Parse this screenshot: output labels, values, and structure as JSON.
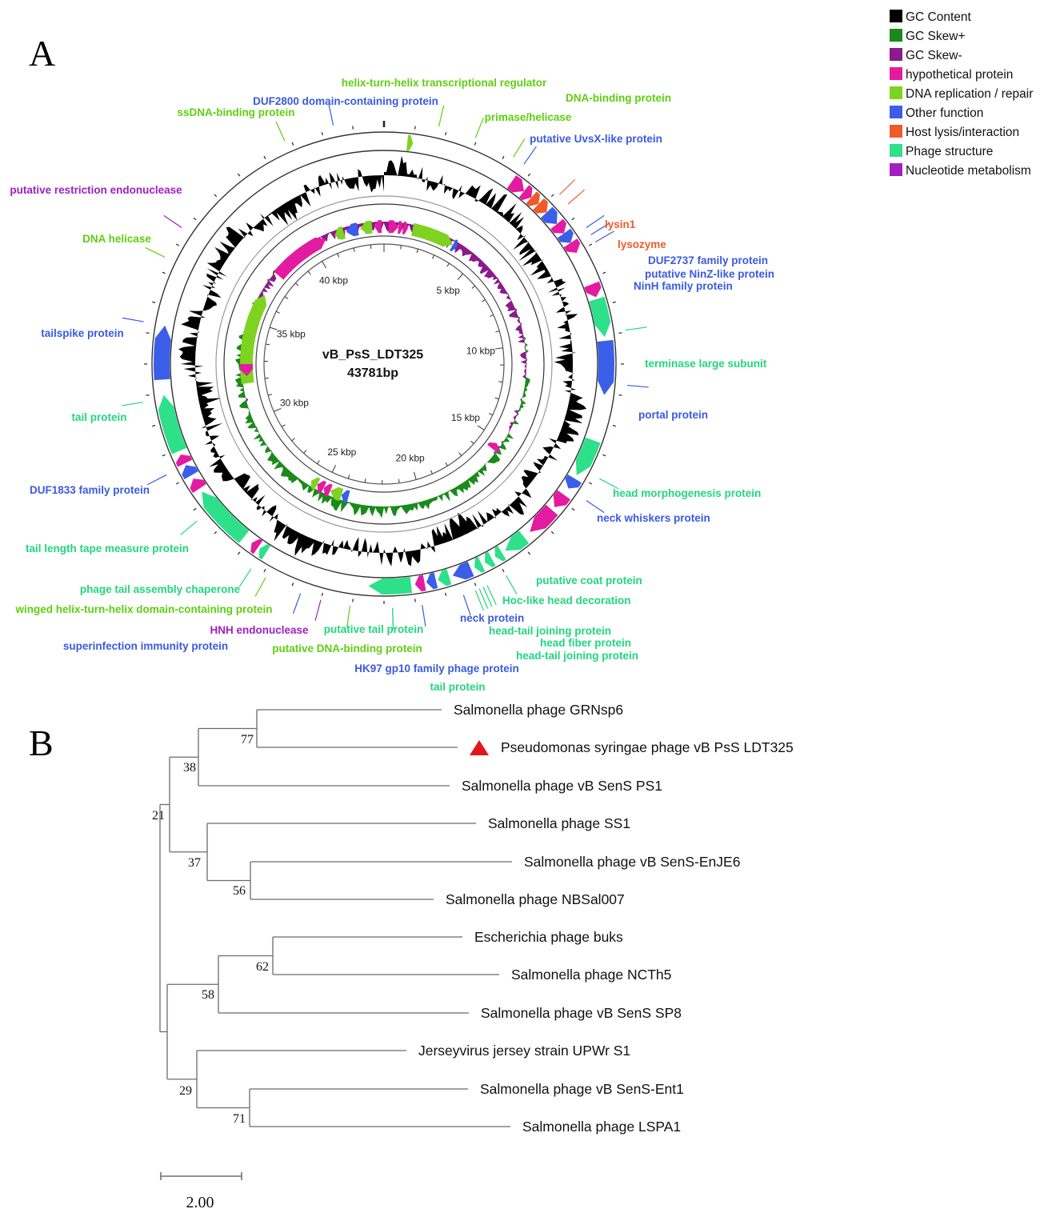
{
  "panel_a": {
    "letter": "A",
    "center_name": "vB_PsS_LDT325",
    "center_length": "43781bp",
    "kbp_ticks": [
      "5 kbp",
      "10 kbp",
      "15 kbp",
      "20 kbp",
      "25 kbp",
      "30 kbp",
      "35 kbp",
      "40 kbp"
    ],
    "legend": [
      {
        "label": "GC Content",
        "color": "#000000"
      },
      {
        "label": "GC Skew+",
        "color": "#1a8a1a"
      },
      {
        "label": "GC Skew-",
        "color": "#8b1a8b"
      },
      {
        "label": "hypothetical protein",
        "color": "#e31ba0"
      },
      {
        "label": "DNA replication / repair",
        "color": "#7ed321"
      },
      {
        "label": "Other function",
        "color": "#3b5ee8"
      },
      {
        "label": "Host lysis/interaction",
        "color": "#f05a28"
      },
      {
        "label": "Phage structure",
        "color": "#2ee08a"
      },
      {
        "label": "Nucleotide metabolism",
        "color": "#a020c0"
      }
    ],
    "gene_labels": [
      {
        "text": "helix-turn-helix transcriptional regulator",
        "cat": "dna"
      },
      {
        "text": "DUF2800 domain-containing protein",
        "cat": "other"
      },
      {
        "text": "ssDNA-binding protein",
        "cat": "dna"
      },
      {
        "text": "DNA-binding protein",
        "cat": "dna"
      },
      {
        "text": "primase/helicase",
        "cat": "dna"
      },
      {
        "text": "putative UvsX-like protein",
        "cat": "other"
      },
      {
        "text": "putative restriction endonuclease",
        "cat": "nuc"
      },
      {
        "text": "lysin1",
        "cat": "lysis"
      },
      {
        "text": "lysozyme",
        "cat": "lysis"
      },
      {
        "text": "DNA helicase",
        "cat": "dna"
      },
      {
        "text": "DUF2737 family protein",
        "cat": "other"
      },
      {
        "text": "putative NinZ-like protein",
        "cat": "other"
      },
      {
        "text": "NinH family protein",
        "cat": "other"
      },
      {
        "text": "tailspike protein",
        "cat": "other"
      },
      {
        "text": "terminase large subunit",
        "cat": "struct"
      },
      {
        "text": "tail protein",
        "cat": "struct"
      },
      {
        "text": "portal protein",
        "cat": "other"
      },
      {
        "text": "DUF1833 family protein",
        "cat": "other"
      },
      {
        "text": "head morphogenesis protein",
        "cat": "struct"
      },
      {
        "text": "neck whiskers protein",
        "cat": "other"
      },
      {
        "text": "tail length tape measure protein",
        "cat": "struct"
      },
      {
        "text": "putative coat protein",
        "cat": "struct"
      },
      {
        "text": "phage tail assembly chaperone",
        "cat": "struct"
      },
      {
        "text": "Hoc-like head decoration",
        "cat": "struct"
      },
      {
        "text": "winged helix-turn-helix domain-containing protein",
        "cat": "dna"
      },
      {
        "text": "HNH endonuclease",
        "cat": "nuc"
      },
      {
        "text": "putative tail protein",
        "cat": "struct"
      },
      {
        "text": "neck protein",
        "cat": "other"
      },
      {
        "text": "head-tail joining protein",
        "cat": "struct"
      },
      {
        "text": "head fiber protein",
        "cat": "struct"
      },
      {
        "text": "head-tail joining protein",
        "cat": "struct"
      },
      {
        "text": "superinfection immunity protein",
        "cat": "other"
      },
      {
        "text": "putative DNA-binding protein",
        "cat": "dna"
      },
      {
        "text": "HK97 gp10 family phage protein",
        "cat": "other"
      },
      {
        "text": "tail protein",
        "cat": "struct"
      }
    ],
    "label_colors": {
      "dna": "#5fcf10",
      "other": "#3a5ae0",
      "nuc": "#a020c0",
      "lysis": "#f05a28",
      "struct": "#22d67e"
    }
  },
  "panel_b": {
    "letter": "B",
    "taxa": [
      "Salmonella phage GRNsp6",
      "Pseudomonas syringae phage vB PsS LDT325",
      "Salmonella phage vB SenS PS1",
      "Salmonella phage SS1",
      "Salmonella phage vB SenS-EnJE6",
      "Salmonella phage NBSal007",
      "Escherichia phage buks",
      "Salmonella phage NCTh5",
      "Salmonella phage vB SenS SP8",
      "Jerseyvirus jersey strain UPWr S1",
      "Salmonella phage vB SenS-Ent1",
      "Salmonella phage LSPA1"
    ],
    "bootstrap": [
      "77",
      "38",
      "21",
      "37",
      "56",
      "62",
      "58",
      "29",
      "71"
    ],
    "highlight_marker_color": "#e0161b",
    "scale_label": "2.00"
  }
}
